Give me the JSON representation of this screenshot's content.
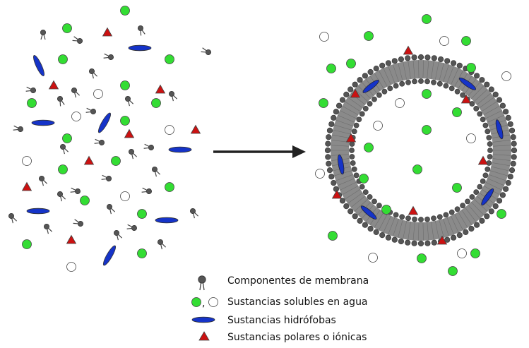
{
  "legend": {
    "membrane_components": "Componentes de membrana",
    "water_soluble_comma": ",",
    "water_soluble": "Sustancias solubles en agua",
    "hydrophobic": "Sustancias hidrófobas",
    "polar_ionic": "Sustancias polares o iónicas"
  },
  "colors": {
    "soluble_green": "#33dd33",
    "hydrophobic_blue": "#1533c8",
    "polar_red": "#cc1111",
    "membrane_gray": "#808080",
    "head_dark": "#555555",
    "arrow": "#222222"
  }
}
